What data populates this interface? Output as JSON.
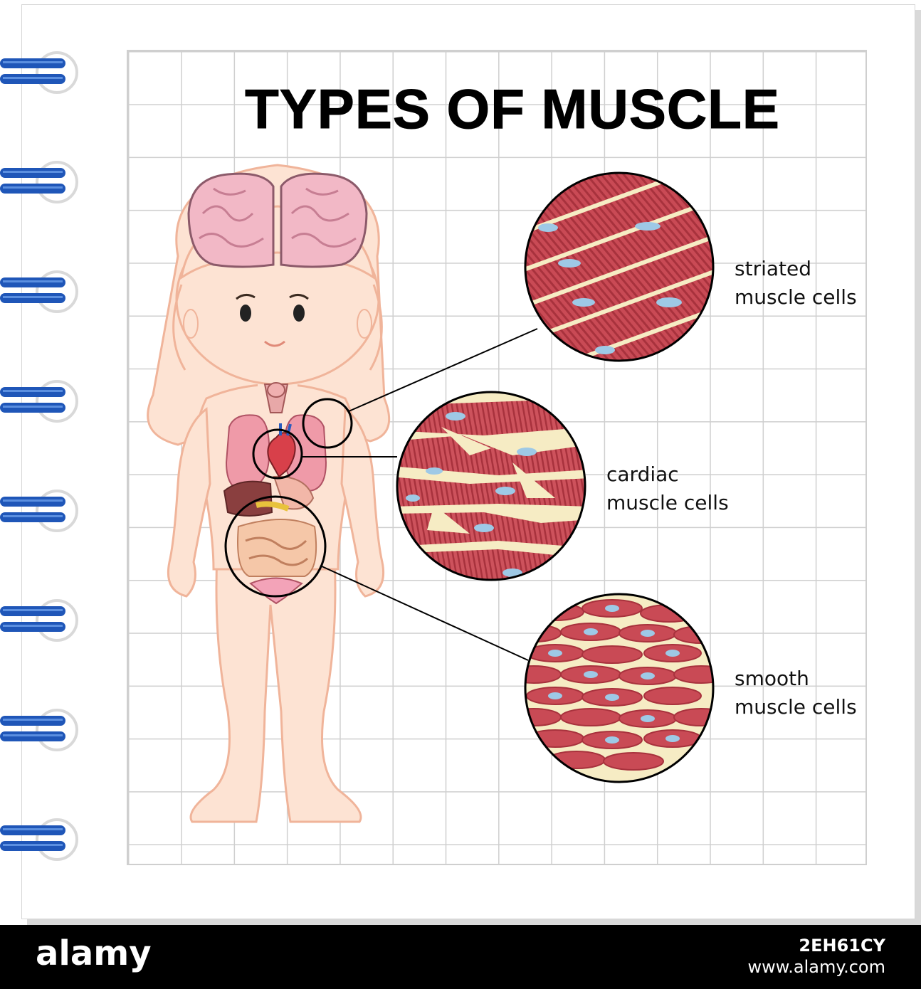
{
  "title": "TYPES OF MUSCLE",
  "labels": {
    "striated": {
      "line1": "striated",
      "line2": "muscle cells"
    },
    "cardiac": {
      "line1": "cardiac",
      "line2": "muscle cells"
    },
    "smooth": {
      "line1": "smooth",
      "line2": "muscle cells"
    }
  },
  "footer": {
    "logo": "alamy",
    "image_id": "2EH61CY",
    "url": "www.alamy.com"
  },
  "colors": {
    "muscle_red": "#c94a55",
    "muscle_dark": "#a8323d",
    "cell_bg": "#f6ecc4",
    "nucleus": "#9ec9e6",
    "skin": "#fde3d3",
    "skin_outline": "#f0b49a",
    "brain": "#f2b8c6",
    "ring_blue": "#1f56b8"
  }
}
